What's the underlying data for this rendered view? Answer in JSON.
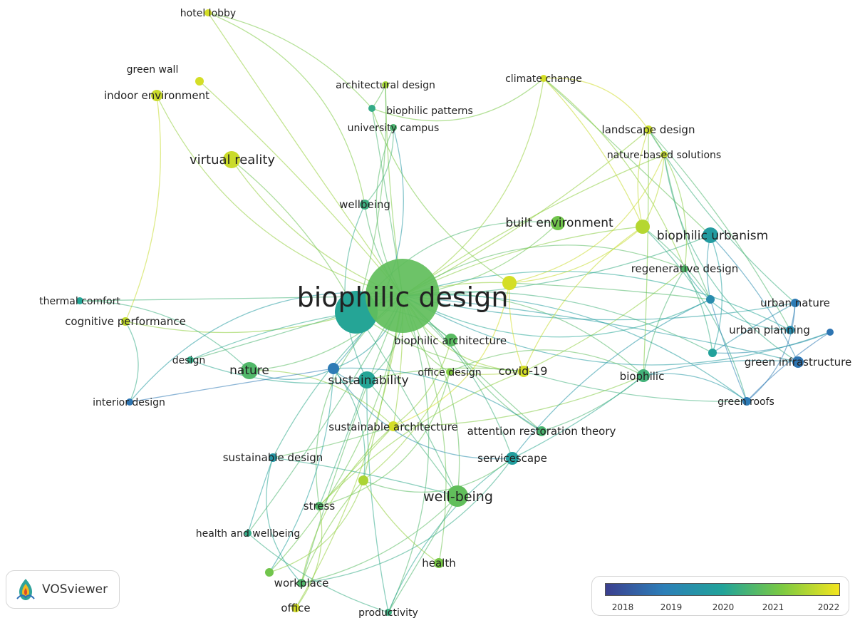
{
  "app": {
    "name": "VOSviewer",
    "logo_icon": "vosviewer-logo-icon"
  },
  "legend": {
    "ticks": [
      "2018",
      "2019",
      "2020",
      "2021",
      "2022"
    ],
    "range": [
      2017.6,
      2022.3
    ],
    "colors": [
      "#3b3f8f",
      "#2c7fb8",
      "#21a39a",
      "#7ac943",
      "#f3e51e"
    ]
  },
  "nodes": [
    {
      "id": "biophilic-design",
      "label": "biophilic design",
      "year": 2020.8
    },
    {
      "id": "hotel-lobby",
      "label": "hotel lobby",
      "year": 2022.0
    },
    {
      "id": "green-wall",
      "label": "green wall",
      "year": 2022.0
    },
    {
      "id": "indoor-environment",
      "label": "indoor environment",
      "year": 2021.9
    },
    {
      "id": "virtual-reality",
      "label": "virtual reality",
      "year": 2021.9
    },
    {
      "id": "architectural-design",
      "label": "architectural design",
      "year": 2021.5
    },
    {
      "id": "biophilic-patterns",
      "label": "biophilic patterns",
      "year": 2020.2
    },
    {
      "id": "university-campus",
      "label": "university campus",
      "year": 2020.5
    },
    {
      "id": "climate-change",
      "label": "climate change",
      "year": 2022.0
    },
    {
      "id": "landscape-design",
      "label": "landscape design",
      "year": 2021.9
    },
    {
      "id": "nature-based-solutions",
      "label": "nature-based solutions",
      "year": 2021.8
    },
    {
      "id": "wellbeing",
      "label": "wellbeing",
      "year": 2020.3
    },
    {
      "id": "built-environment",
      "label": "built environment",
      "year": 2021.0
    },
    {
      "id": "biophilic-urbanism",
      "label": "biophilic urbanism",
      "year": 2019.7
    },
    {
      "id": "regenerative-design",
      "label": "regenerative design",
      "year": 2020.6
    },
    {
      "id": "thermal-comfort",
      "label": "thermal comfort",
      "year": 2020.0
    },
    {
      "id": "cognitive-performance",
      "label": "cognitive performance",
      "year": 2021.8
    },
    {
      "id": "urban-nature",
      "label": "urban nature",
      "year": 2018.7
    },
    {
      "id": "urban-planning",
      "label": "urban planning",
      "year": 2019.2
    },
    {
      "id": "biophilic-architecture",
      "label": "biophilic architecture",
      "year": 2020.7
    },
    {
      "id": "design",
      "label": "design",
      "year": 2020.2
    },
    {
      "id": "nature",
      "label": "nature",
      "year": 2020.6
    },
    {
      "id": "sustainability",
      "label": "sustainability",
      "year": 2020.0
    },
    {
      "id": "office-design",
      "label": "office design",
      "year": 2021.2
    },
    {
      "id": "covid-19",
      "label": "covid-19",
      "year": 2022.0
    },
    {
      "id": "biophilic",
      "label": "biophilic",
      "year": 2020.4
    },
    {
      "id": "green-infrastructure",
      "label": "green infrastructure",
      "year": 2018.6
    },
    {
      "id": "interior-design",
      "label": "interior design",
      "year": 2018.6
    },
    {
      "id": "green-roofs",
      "label": "green roofs",
      "year": 2018.7
    },
    {
      "id": "sustainable-architecture",
      "label": "sustainable architecture",
      "year": 2022.0
    },
    {
      "id": "attention-restoration-theory",
      "label": "attention restoration theory",
      "year": 2020.5
    },
    {
      "id": "sustainable-design",
      "label": "sustainable design",
      "year": 2019.5
    },
    {
      "id": "servicescape",
      "label": "servicescape",
      "year": 2019.8
    },
    {
      "id": "well-being",
      "label": "well-being",
      "year": 2020.8
    },
    {
      "id": "stress",
      "label": "stress",
      "year": 2020.6
    },
    {
      "id": "health-and-wellbeing",
      "label": "health and wellbeing",
      "year": 2020.2
    },
    {
      "id": "health",
      "label": "health",
      "year": 2021.1
    },
    {
      "id": "workplace",
      "label": "workplace",
      "year": 2020.6
    },
    {
      "id": "office",
      "label": "office",
      "year": 2022.0
    },
    {
      "id": "productivity",
      "label": "productivity",
      "year": 2020.3
    }
  ]
}
